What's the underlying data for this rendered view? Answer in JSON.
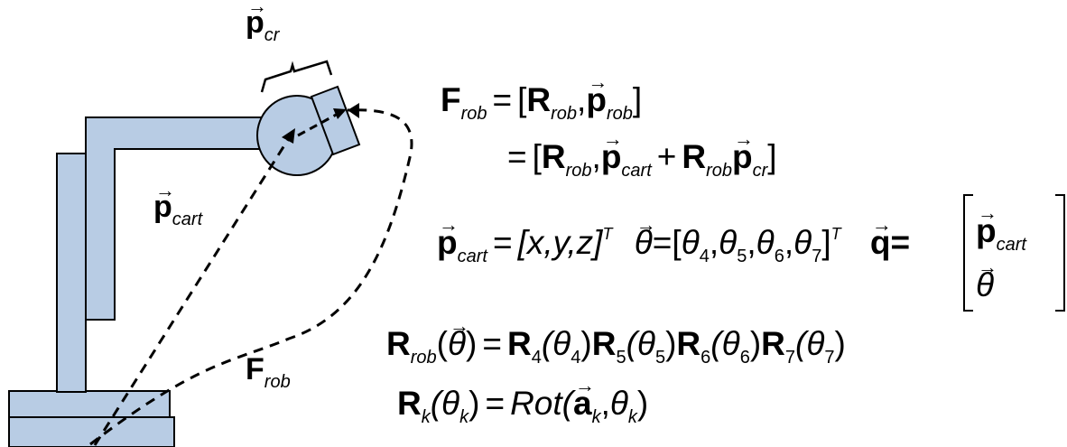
{
  "diagram": {
    "colors": {
      "link_fill": "#b8cce4",
      "stroke": "#000000"
    },
    "labels": {
      "p_cr": {
        "symbol": "p",
        "sub": "cr"
      },
      "p_cart": {
        "symbol": "p",
        "sub": "cart"
      },
      "F_rob": {
        "symbol": "F",
        "sub": "rob"
      }
    }
  },
  "equations": {
    "line1": {
      "lhs": "F",
      "lhs_sub": "rob",
      "eq": "=",
      "open": "[",
      "R": "R",
      "R_sub": "rob",
      "comma": ",",
      "p": "p",
      "p_sub": "rob",
      "close": "]"
    },
    "line2": {
      "eq": "=",
      "open": "[",
      "R": "R",
      "R_sub": "rob",
      "comma": ",",
      "p1": "p",
      "p1_sub": "cart",
      "plus": "+",
      "R2": "R",
      "R2_sub": "rob",
      "p2": "p",
      "p2_sub": "cr",
      "close": "]"
    },
    "line3": {
      "p": "p",
      "p_sub": "cart",
      "eq": "=",
      "vec": "[x,y,z]",
      "T1": "T",
      "theta": "θ",
      "eq2": "=",
      "open": "[",
      "t4": "θ",
      "s4": "4",
      "c1": ",",
      "t5": "θ",
      "s5": "5",
      "c2": ",",
      "t6": "θ",
      "s6": "6",
      "c3": ",",
      "t7": "θ",
      "s7": "7",
      "close": "]",
      "T2": "T",
      "q": "q",
      "eq3": "=",
      "matrix_top": "p",
      "matrix_top_sub": "cart",
      "matrix_bottom": "θ"
    },
    "line4": {
      "R": "R",
      "R_sub": "rob",
      "lpar": "(",
      "theta": "θ",
      "rpar": ")",
      "eq": "=",
      "R4": "R",
      "s4": "4",
      "a4": "(θ",
      "a4s": "4",
      "a4c": ")",
      "R5": "R",
      "s5": "5",
      "a5": "(θ",
      "a5s": "5",
      "a5c": ")",
      "R6": "R",
      "s6": "6",
      "a6": "(θ",
      "a6s": "6",
      "a6c": ")",
      "R7": "R",
      "s7": "7",
      "a7": "(θ",
      "a7s": "7",
      "a7c": ")"
    },
    "line5": {
      "R": "R",
      "R_sub": "k",
      "arg": "(θ",
      "arg_sub": "k",
      "arg_close": ")",
      "eq": "=",
      "rot": "Rot(",
      "a": "a",
      "a_sub": "k",
      "comma": ",",
      "t": "θ",
      "t_sub": "k",
      "close": ")"
    }
  }
}
